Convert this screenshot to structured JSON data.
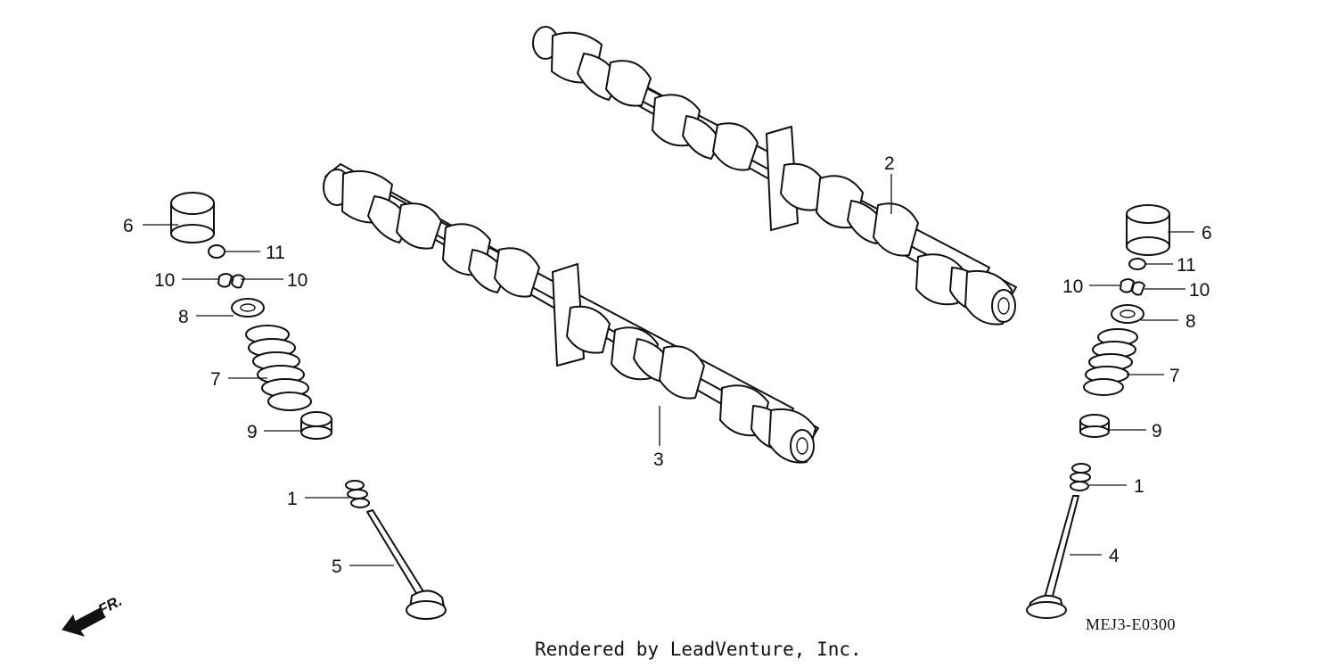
{
  "diagram": {
    "drawing_code": "MEJ3-E0300",
    "credit": "Rendered by LeadVenture, Inc.",
    "front_marker": "FR.",
    "callouts": [
      {
        "id": "c2",
        "label": "2"
      },
      {
        "id": "c3",
        "label": "3"
      },
      {
        "id": "c6l",
        "label": "6"
      },
      {
        "id": "c11l",
        "label": "11"
      },
      {
        "id": "c10la",
        "label": "10"
      },
      {
        "id": "c10lb",
        "label": "10"
      },
      {
        "id": "c8l",
        "label": "8"
      },
      {
        "id": "c7l",
        "label": "7"
      },
      {
        "id": "c9l",
        "label": "9"
      },
      {
        "id": "c1l",
        "label": "1"
      },
      {
        "id": "c5",
        "label": "5"
      },
      {
        "id": "c6r",
        "label": "6"
      },
      {
        "id": "c11r",
        "label": "11"
      },
      {
        "id": "c10ra",
        "label": "10"
      },
      {
        "id": "c10rb",
        "label": "10"
      },
      {
        "id": "c8r",
        "label": "8"
      },
      {
        "id": "c7r",
        "label": "7"
      },
      {
        "id": "c9r",
        "label": "9"
      },
      {
        "id": "c1r",
        "label": "1"
      },
      {
        "id": "c4",
        "label": "4"
      }
    ]
  }
}
